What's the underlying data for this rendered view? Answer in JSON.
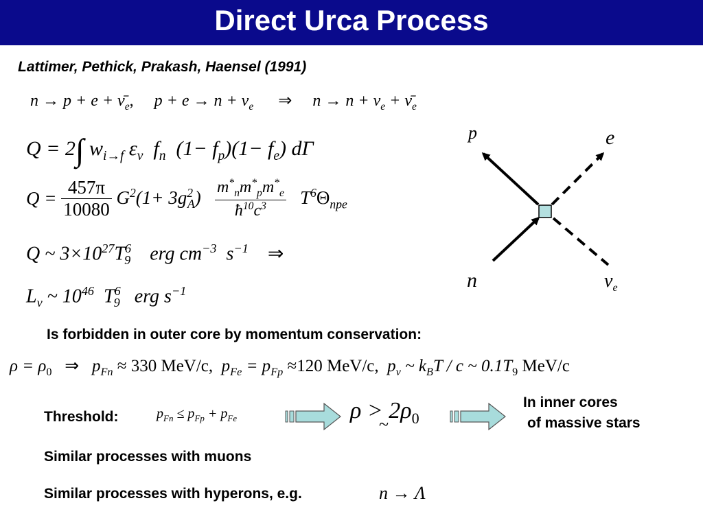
{
  "header": {
    "title": "Direct Urca Process",
    "background": "#0a0a8c"
  },
  "citation": "Lattimer, Pethick, Prakash, Haensel (1991)",
  "reactions": {
    "r1_lhs": "n",
    "r1_rhs": "p + e + ν̄",
    "r1_sub": "e",
    "r1_comma": ",",
    "r2_lhs": "p + e",
    "r2_rhs": "n + ν",
    "r2_sub": "e",
    "implies": "⇒",
    "r3_lhs": "n",
    "r3_rhs": "n + ν",
    "r3_sub": "e",
    "r3_tail": "+ ν̄",
    "r3_tail_sub": "e"
  },
  "formula_q1": {
    "lhs": "Q = 2",
    "w": "w",
    "w_sub": "i→f",
    "eps": "ε",
    "eps_sub": "ν",
    "f": "f",
    "f_sub": "n",
    "p1": "(1− f",
    "p1_sub": "p",
    "p2": ")(1− f",
    "p2_sub": "e",
    "tail": ") dΓ"
  },
  "formula_q2": {
    "lhs": "Q =",
    "frac_num": "457π",
    "frac_den": "10080",
    "g": "G",
    "g_sup": "2",
    "paren": "(1+ 3g",
    "ga_sup": "2",
    "ga_sub": "A",
    "paren_close": ")",
    "num_m": "m",
    "num_sub1": "n",
    "num_sub2": "p",
    "num_sub3": "e",
    "star": "*",
    "den": "ħ",
    "den_sup": "10",
    "den_c": "c",
    "den_c_sup": "3",
    "t": "T",
    "t_sup": "6",
    "theta": "Θ",
    "theta_sub": "npe"
  },
  "formula_q3": {
    "lhs": "Q ~ 3×10",
    "exp": "27",
    "t": "T",
    "t_sup": "6",
    "t_sub": "9",
    "units": "erg cm",
    "units_sup": "−3",
    "s": "s",
    "s_sup": "−1",
    "implies": "⇒"
  },
  "formula_l": {
    "l": "L",
    "l_sub": "ν",
    "rhs": "~ 10",
    "exp": "46",
    "t": "T",
    "t_sup": "6",
    "t_sub": "9",
    "units": "erg s",
    "units_sup": "−1"
  },
  "diagram": {
    "label_p": "p",
    "label_e": "e",
    "label_n": "n",
    "label_nu": "ν",
    "label_nu_sub": "e",
    "vertex_color": "#b4e0e0"
  },
  "forbidden_text": "Is forbidden in outer core by momentum conservation:",
  "momentum": {
    "rho": "ρ = ρ",
    "rho_sub": "0",
    "implies": "⇒",
    "pfn": "p",
    "pfn_sub": "Fn",
    "pfn_val": "≈ 330  MeV/c,",
    "pfe": "p",
    "pfe_sub": "Fe",
    "eq": "= p",
    "pfp_sub": "Fp",
    "pfe_val": "≈120 MeV/c,",
    "pnu": "p",
    "pnu_sub": "ν",
    "pnu_rel": "~ k",
    "kb_sub": "B",
    "pnu_tail": "T / c ~ 0.1T",
    "t9_sub": "9",
    "pnu_unit": "MeV/c"
  },
  "threshold": {
    "label": "Threshold:",
    "expr_p": "p",
    "sub1": "Fn",
    "leq": "≤ p",
    "sub2": "Fp",
    "plus": "+ p",
    "sub3": "Fe",
    "result": "ρ > 2ρ",
    "result_sub": "0",
    "tilde": "~",
    "arrow_color": "#a8dcdc",
    "note_line1": "In inner cores",
    "note_line2": "of massive stars"
  },
  "muons_text": "Similar processes with muons",
  "hyperons": {
    "text": "Similar processes with hyperons, e.g.",
    "expr": "n → Λ"
  }
}
